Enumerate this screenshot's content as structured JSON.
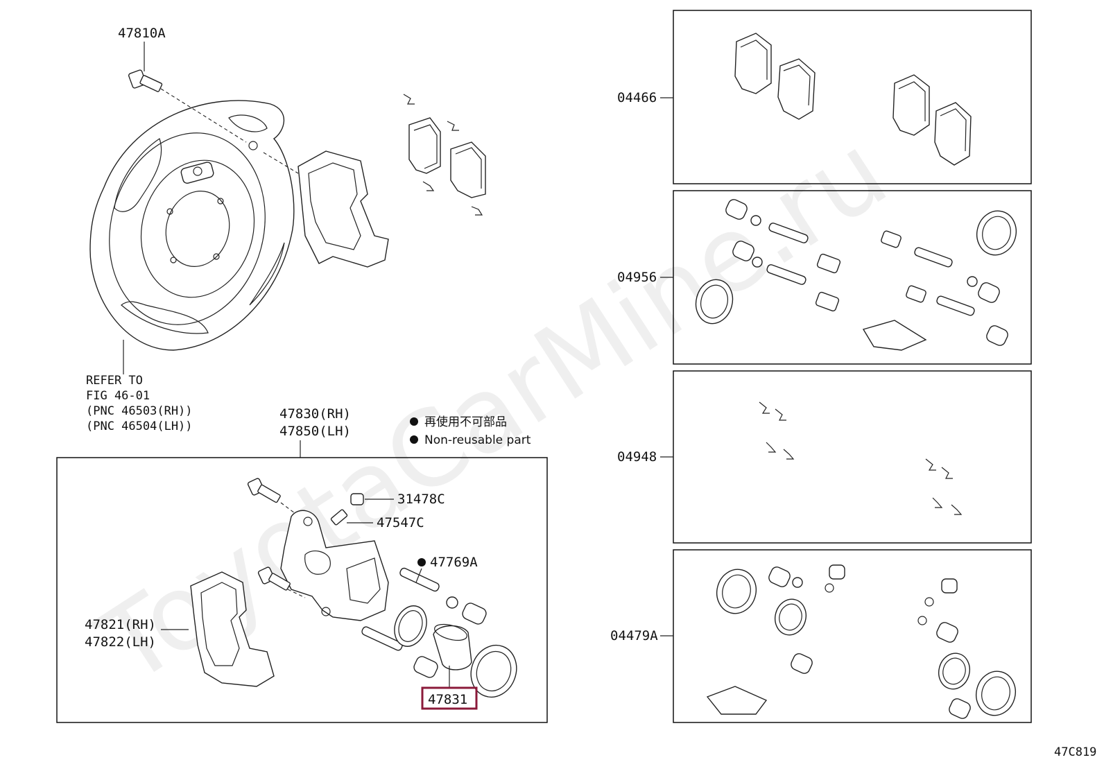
{
  "watermark": "ToyotaCarMine.ru",
  "figure_code": "47C819",
  "accent_color": "#8b1a3a",
  "legend": {
    "line1": "再使用不可部品",
    "line2": "Non-reusable part",
    "marker_icon": "filled-circle-icon"
  },
  "refer_note": {
    "line1": "REFER TO",
    "line2": "FIG 46-01",
    "line3": "(PNC 46503(RH))",
    "line4": "(PNC 46504(LH))"
  },
  "parts": {
    "p47810A": "47810A",
    "p47830": "47830(RH)",
    "p47850": "47850(LH)",
    "p31478C": "31478C",
    "p47547C": "47547C",
    "p47769A": "47769A",
    "p47821": "47821(RH)",
    "p47822": "47822(LH)",
    "p47831": "47831",
    "p04466": "04466",
    "p04956": "04956",
    "p04948": "04948",
    "p04479A": "04479A"
  },
  "highlighted_part": "47831"
}
